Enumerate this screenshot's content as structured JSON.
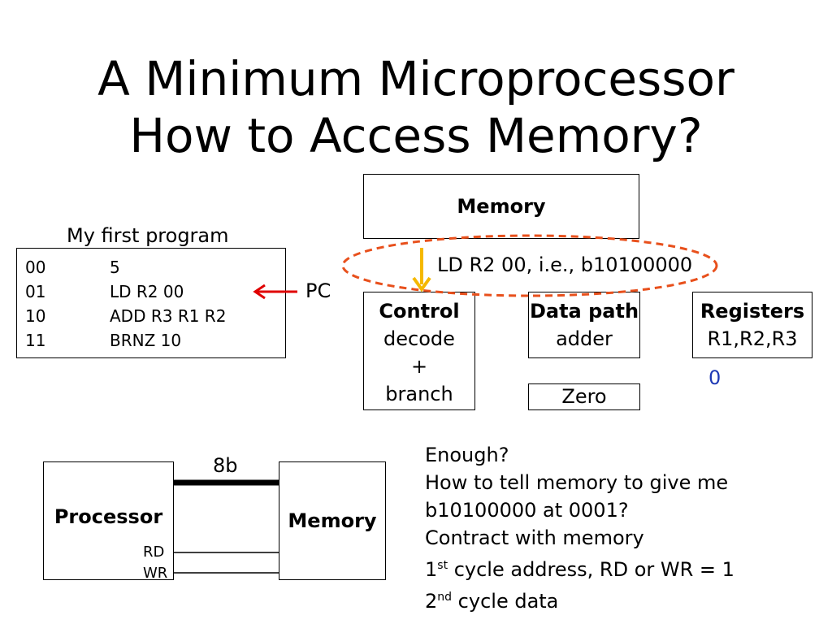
{
  "title": {
    "line1": "A Minimum Microprocessor",
    "line2": "How to Access Memory?"
  },
  "program": {
    "caption": "My first program",
    "rows": [
      {
        "addr": "00",
        "instr": "5"
      },
      {
        "addr": "01",
        "instr": "LD R2 00"
      },
      {
        "addr": "10",
        "instr": "ADD R3 R1 R2"
      },
      {
        "addr": "11",
        "instr": "BRNZ 10"
      }
    ]
  },
  "pc_label": "PC",
  "memory_top": {
    "label": "Memory"
  },
  "instruction_fetch": "LD R2 00, i.e., b10100000",
  "control": {
    "title": "Control",
    "line1": "decode",
    "line2": "+",
    "line3": "branch"
  },
  "datapath": {
    "title": "Data path",
    "line1": "adder"
  },
  "registers": {
    "title": "Registers",
    "line1": "R1,R2,R3"
  },
  "zero": {
    "label": "Zero",
    "value": "0"
  },
  "bus": {
    "processor": "Processor",
    "memory": "Memory",
    "width": "8b",
    "rd": "RD",
    "wr": "WR"
  },
  "notes": {
    "l1": "Enough?",
    "l2": "How to tell memory to give me",
    "l3": "b10100000 at 0001?",
    "l4": "Contract with memory",
    "l5_num": "1",
    "l5_sup": "st",
    "l5_rest": " cycle address, RD or WR = 1",
    "l6_num": "2",
    "l6_sup": "nd",
    "l6_rest": " cycle data"
  },
  "colors": {
    "arrow_red": "#e00000",
    "arrow_yellow": "#f5b800",
    "dashed_ellipse": "#e8501c",
    "zero_value": "#1f3ab5"
  }
}
